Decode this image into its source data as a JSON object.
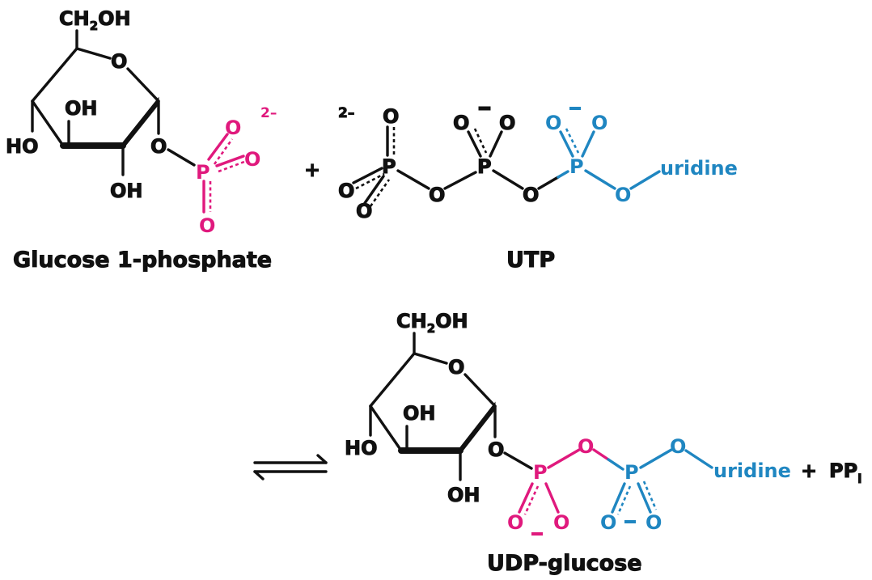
{
  "colors": {
    "black": "#111111",
    "magenta": "#e0197d",
    "blue": "#1f86c1"
  },
  "atoms": {
    "ch2oh": "CH",
    "ch2oh_sub": "2",
    "ch2oh_tail": "OH",
    "oxygen": "O",
    "hydroxyl": "OH",
    "hydroxyl_left": "HO",
    "phosphorus": "P",
    "minus": "–"
  },
  "glucose_1_phosphate": {
    "label": "Glucose 1-phosphate",
    "charge": "2–"
  },
  "utp": {
    "label": "UTP",
    "charge": "2–",
    "uridine": "uridine"
  },
  "product": {
    "label": "UDP-glucose",
    "uridine": "uridine",
    "plus": "+",
    "ppi": "PP",
    "ppi_sub": "i"
  },
  "reaction": {
    "plus": "+",
    "equilibrium_arrow": "⇌"
  }
}
